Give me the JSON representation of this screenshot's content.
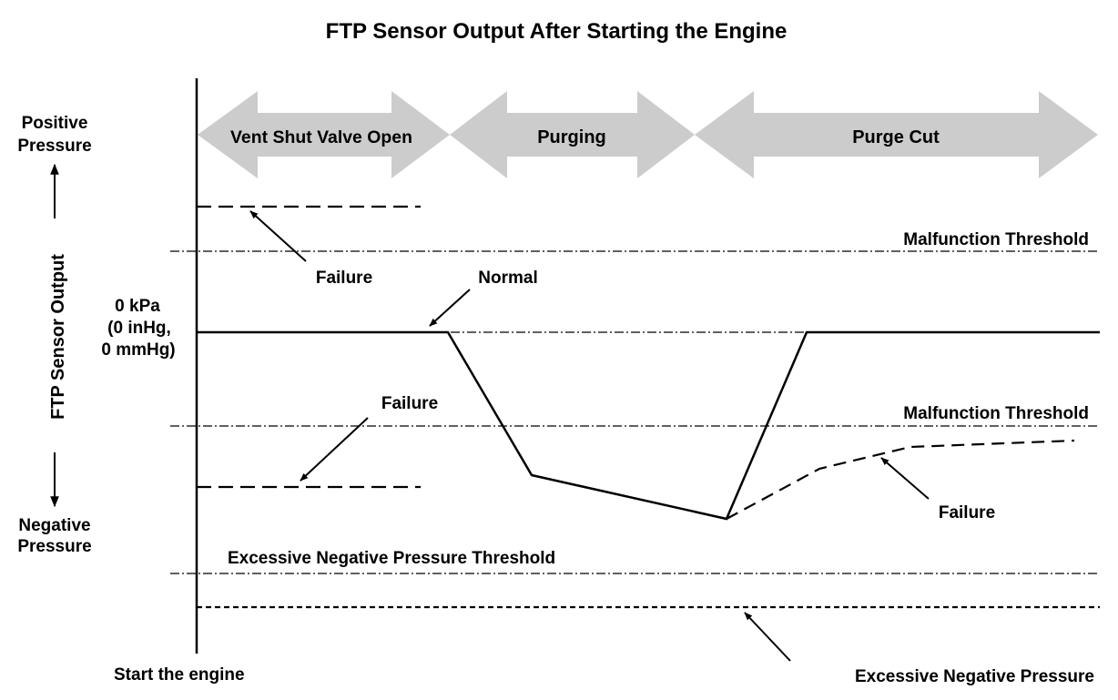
{
  "title": "FTP Sensor Output After Starting the Engine",
  "y_axis": {
    "label": "FTP Sensor Output",
    "positive_label_1": "Positive",
    "positive_label_2": "Pressure",
    "negative_label_1": "Negative",
    "negative_label_2": "Pressure",
    "zero_label_1": "0 kPa",
    "zero_label_2": "(0 inHg,",
    "zero_label_3": "0 mmHg)"
  },
  "x_axis": {
    "start_label": "Start the engine"
  },
  "phases": [
    {
      "label": "Vent Shut Valve Open"
    },
    {
      "label": "Purging"
    },
    {
      "label": "Purge Cut"
    }
  ],
  "thresholds": {
    "upper_malfunction": "Malfunction Threshold",
    "lower_malfunction": "Malfunction Threshold",
    "excessive_negative": "Excessive Negative Pressure Threshold"
  },
  "annotations": {
    "failure_high": "Failure",
    "normal": "Normal",
    "failure_low": "Failure",
    "failure_purge_cut": "Failure",
    "excessive_negative_pressure": "Excessive Negative Pressure"
  },
  "colors": {
    "line": "#000000",
    "phase_arrow": "#cccccc",
    "background": "#ffffff"
  }
}
